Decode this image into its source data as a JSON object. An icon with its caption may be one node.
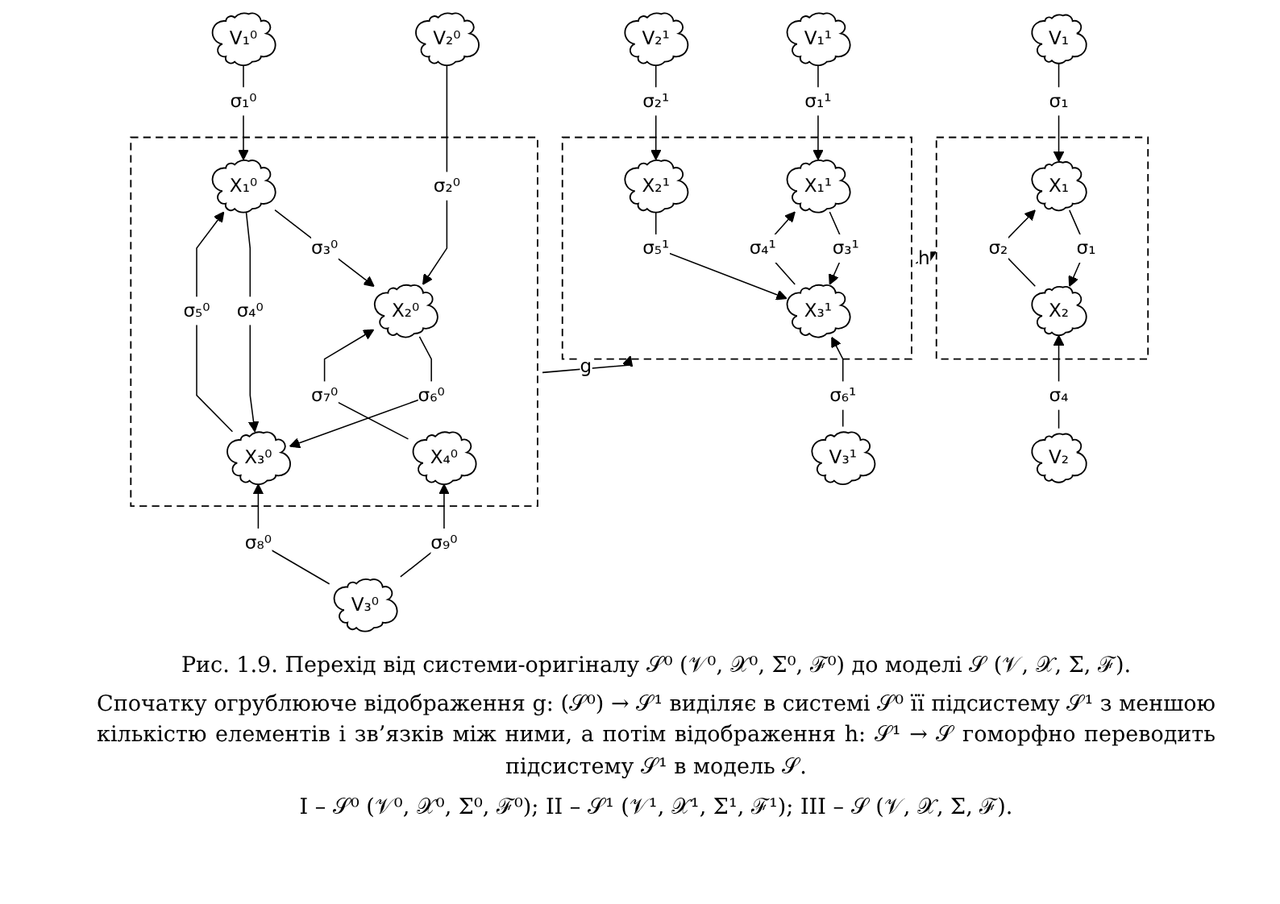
{
  "diagram": {
    "caption": "Рис. 1.9. Перехід від системи-оригіналу 𝒮⁰ (𝒱⁰, 𝒳⁰, Σ⁰, ℱ⁰) до моделі 𝒮 (𝒱, 𝒳, Σ, ℱ).",
    "nodes": [
      {
        "text": [
          "V₁⁰"
        ]
      },
      {
        "text": [
          "V₂⁰"
        ]
      },
      {
        "text": [],
        "shape": "box"
      },
      {
        "text": [
          "X₁⁰"
        ],
        "in": 2
      },
      {
        "text": [
          "X₂⁰"
        ],
        "in": 2
      },
      {
        "text": [
          "X₃⁰"
        ],
        "in": 2
      },
      {
        "text": [
          "X₄⁰"
        ],
        "in": 2
      },
      {
        "text": [
          "V₃⁰"
        ]
      },
      {
        "text": [
          "V₁¹"
        ]
      },
      {
        "text": [
          "V₂¹"
        ]
      },
      {
        "text": [],
        "shape": "box"
      },
      {
        "text": [
          "X₁¹"
        ],
        "in": 10
      },
      {
        "text": [
          "X₂¹"
        ],
        "in": 10
      },
      {
        "text": [
          "X₃¹"
        ],
        "in": 10
      },
      {
        "text": [
          "V₃¹"
        ]
      },
      {
        "text": [
          "V₁"
        ]
      },
      {
        "text": [],
        "shape": "box"
      },
      {
        "text": [
          "X₁"
        ],
        "in": 16
      },
      {
        "text": [
          "X₂"
        ],
        "in": 16
      },
      {
        "text": [
          "V₂"
        ]
      }
    ],
    "edges": [
      {
        "from": 0,
        "to": 3,
        "arrow": "to",
        "label": "σ₁⁰"
      },
      {
        "from": 1,
        "to": 4,
        "arrow": "to",
        "label": "σ₂⁰"
      },
      {
        "from": 3,
        "to": 4,
        "arrow": "to",
        "label": "σ₃⁰"
      },
      {
        "from": 3,
        "to": 5,
        "arrow": "to",
        "label": "σ₄⁰"
      },
      {
        "from": 5,
        "to": 3,
        "arrow": "to",
        "label": "σ₅⁰"
      },
      {
        "from": 4,
        "to": 5,
        "arrow": "to",
        "label": "σ₆⁰"
      },
      {
        "from": 6,
        "to": 4,
        "arrow": "to",
        "label": "σ₇⁰"
      },
      {
        "from": 7,
        "to": 5,
        "arrow": "to",
        "label": "σ₈⁰"
      },
      {
        "from": 7,
        "to": 6,
        "arrow": "to",
        "label": "σ₉⁰"
      },
      {
        "from": 2,
        "to": 10,
        "arrow": "to",
        "label": "g"
      },
      {
        "from": 8,
        "to": 11,
        "arrow": "to",
        "label": "σ₁¹"
      },
      {
        "from": 9,
        "to": 12,
        "arrow": "to",
        "label": "σ₂¹"
      },
      {
        "from": 11,
        "to": 13,
        "arrow": "to",
        "label": "σ₃¹"
      },
      {
        "from": 13,
        "to": 11,
        "arrow": "to",
        "label": "σ₄¹"
      },
      {
        "from": 12,
        "to": 13,
        "arrow": "to",
        "label": "σ₅¹"
      },
      {
        "from": 14,
        "to": 13,
        "arrow": "to",
        "label": "σ₆¹"
      },
      {
        "from": 10,
        "to": 16,
        "arrow": "to",
        "label": "h"
      },
      {
        "from": 15,
        "to": 17,
        "arrow": "to",
        "label": "σ₁"
      },
      {
        "from": 17,
        "to": 18,
        "arrow": "to",
        "label": "σ₁"
      },
      {
        "from": 18,
        "to": 17,
        "arrow": "to",
        "label": "σ₂"
      },
      {
        "from": 19,
        "to": 18,
        "arrow": "to",
        "label": "σ₄"
      }
    ],
    "labels": [
      "Спочатку огрублююче відображення g: (𝒮⁰) → 𝒮¹ виділяє в системі 𝒮⁰ її підсистему 𝒮¹ з меншою кількістю елементів і зв’язків між ними, а потім відображення h: 𝒮¹ → 𝒮 гоморфно переводить підсистему 𝒮¹ в модель 𝒮.",
      "I – 𝒮⁰ (𝒱⁰, 𝒳⁰, Σ⁰, ℱ⁰); II – 𝒮¹ (𝒱¹, 𝒳¹, Σ¹, ℱ¹); III – 𝒮 (𝒱, 𝒳, Σ, ℱ)."
    ]
  }
}
